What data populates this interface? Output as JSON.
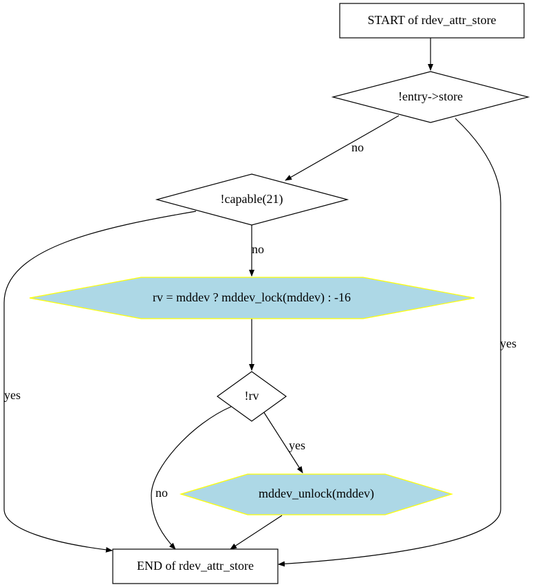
{
  "diagram": {
    "nodes": {
      "start": {
        "label": "START of rdev_attr_store",
        "shape": "rectangle"
      },
      "check_store": {
        "label": "!entry->store",
        "shape": "diamond"
      },
      "check_capable": {
        "label": "!capable(21)",
        "shape": "diamond"
      },
      "lock": {
        "label": "rv = mddev ? mddev_lock(mddev) : -16",
        "shape": "hexagon"
      },
      "check_rv": {
        "label": "!rv",
        "shape": "diamond"
      },
      "unlock": {
        "label": "mddev_unlock(mddev)",
        "shape": "hexagon"
      },
      "end": {
        "label": "END of rdev_attr_store",
        "shape": "rectangle"
      }
    },
    "edges": {
      "start_to_check_store": {
        "label": ""
      },
      "check_store_no": {
        "label": "no"
      },
      "check_store_yes": {
        "label": "yes"
      },
      "check_capable_no": {
        "label": "no"
      },
      "check_capable_yes": {
        "label": "yes"
      },
      "lock_to_check_rv": {
        "label": ""
      },
      "check_rv_yes": {
        "label": "yes"
      },
      "check_rv_no": {
        "label": "no"
      },
      "unlock_to_end": {
        "label": ""
      }
    },
    "colors": {
      "hexagon_fill": "#add8e6",
      "hexagon_stroke": "#ffff00",
      "stroke": "#000000",
      "background": "#ffffff"
    }
  }
}
